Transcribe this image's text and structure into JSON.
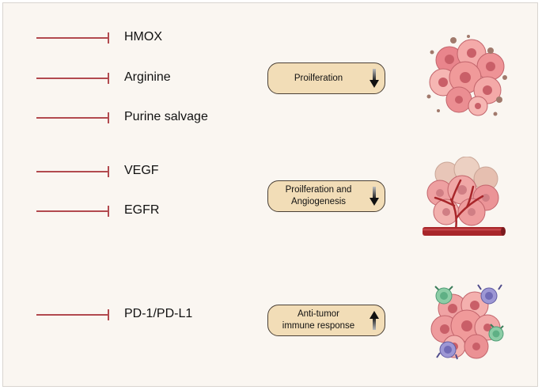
{
  "targets": [
    {
      "label": "HMOX"
    },
    {
      "label": "Arginine"
    },
    {
      "label": "Purine salvage"
    },
    {
      "label": "VEGF"
    },
    {
      "label": "EGFR"
    },
    {
      "label": "PD-1/PD-L1"
    }
  ],
  "effects": [
    {
      "line1": "Proilferation",
      "line2": "",
      "direction": "down"
    },
    {
      "line1": "Proilferation and",
      "line2": "Angiogenesis",
      "direction": "down"
    },
    {
      "line1": "Anti-tumor",
      "line2": "immune response",
      "direction": "up"
    }
  ],
  "colors": {
    "inhibition_line": "#b24a4f",
    "effect_box_fill": "#f2ddb7",
    "effect_box_border": "#4a4036",
    "tumor_cell": "#f09a9a",
    "vessel": "#a8262a"
  },
  "icons": [
    "tumor-cell-cluster-icon",
    "tumor-with-blood-vessel-icon",
    "tumor-with-immune-cells-icon",
    "down-arrow-icon",
    "up-arrow-icon"
  ]
}
